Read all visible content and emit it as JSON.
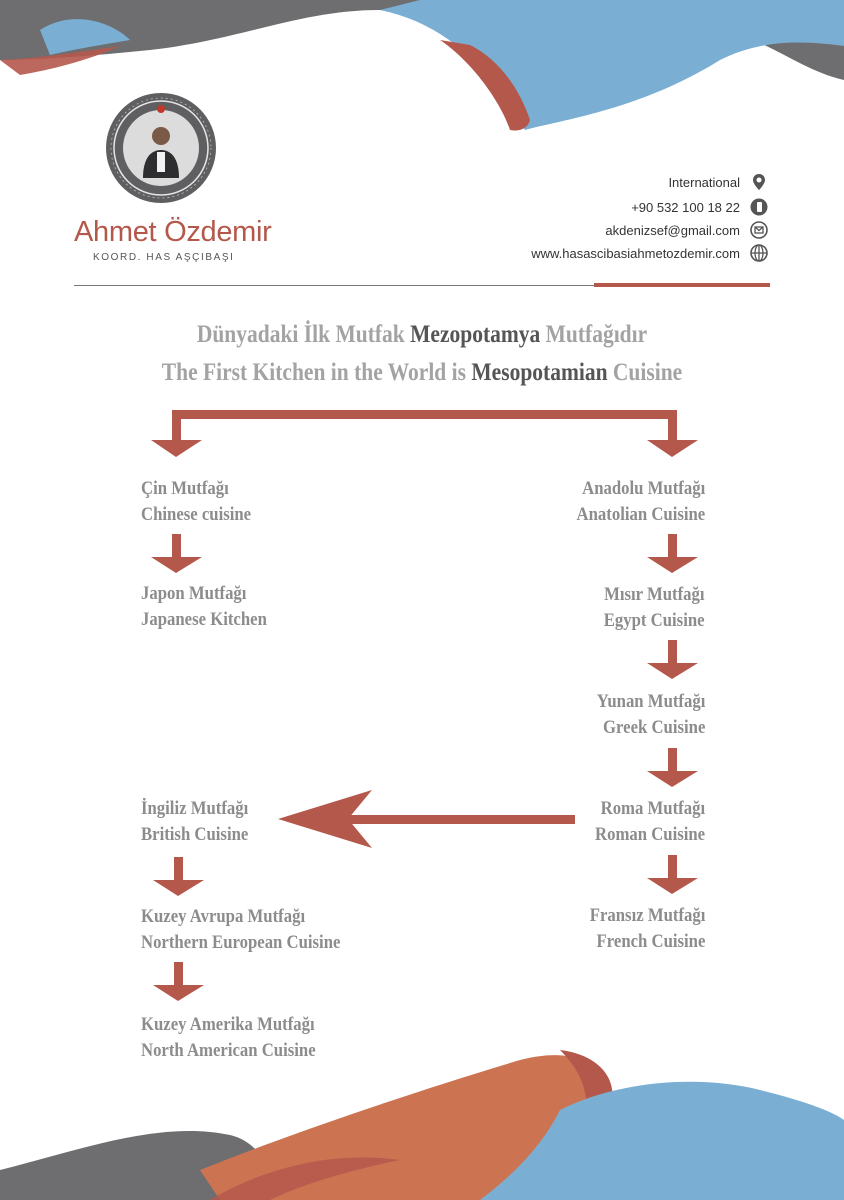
{
  "brand": {
    "name": "Ahmet Özdemir",
    "subtitle": "KOORD. HAS AŞÇIBAŞI"
  },
  "contact": {
    "location": "International",
    "phone": "+90 532 100 18 22",
    "email": "akdenizsef@gmail.com",
    "website": "www.hasascibasiahmetozdemir.com"
  },
  "icons": {
    "location": "map-pin-icon",
    "phone": "phone-icon",
    "email": "email-icon",
    "website": "globe-icon"
  },
  "colors": {
    "accent": "#b5584c",
    "gray": "#6e6e70",
    "blue": "#7aaed3",
    "orange": "#cc7451"
  },
  "title": {
    "tr": {
      "before": "Dünyadaki İlk Mutfak ",
      "highlight": "Mezopotamya",
      "after": " Mutfağıdır"
    },
    "en": {
      "before": "The First Kitchen in the World is ",
      "highlight": "Mesopotamian",
      "after": " Cuisine"
    }
  },
  "nodes": {
    "chinese": {
      "tr": "Çin Mutfağı",
      "en": "Chinese cuisine"
    },
    "japanese": {
      "tr": "Japon Mutfağı",
      "en": "Japanese Kitchen"
    },
    "anatolian": {
      "tr": "Anadolu Mutfağı",
      "en": "Anatolian Cuisine"
    },
    "egypt": {
      "tr": "Mısır Mutfağı",
      "en": "Egypt Cuisine"
    },
    "greek": {
      "tr": "Yunan Mutfağı",
      "en": "Greek Cuisine"
    },
    "roman": {
      "tr": "Roma Mutfağı",
      "en": "Roman Cuisine"
    },
    "french": {
      "tr": "Fransız Mutfağı",
      "en": "French Cuisine"
    },
    "british": {
      "tr": "İngiliz Mutfağı",
      "en": "British Cuisine"
    },
    "north_european": {
      "tr": "Kuzey Avrupa Mutfağı",
      "en": "Northern European Cuisine"
    },
    "north_american": {
      "tr": "Kuzey Amerika Mutfağı",
      "en": "North American Cuisine"
    }
  }
}
